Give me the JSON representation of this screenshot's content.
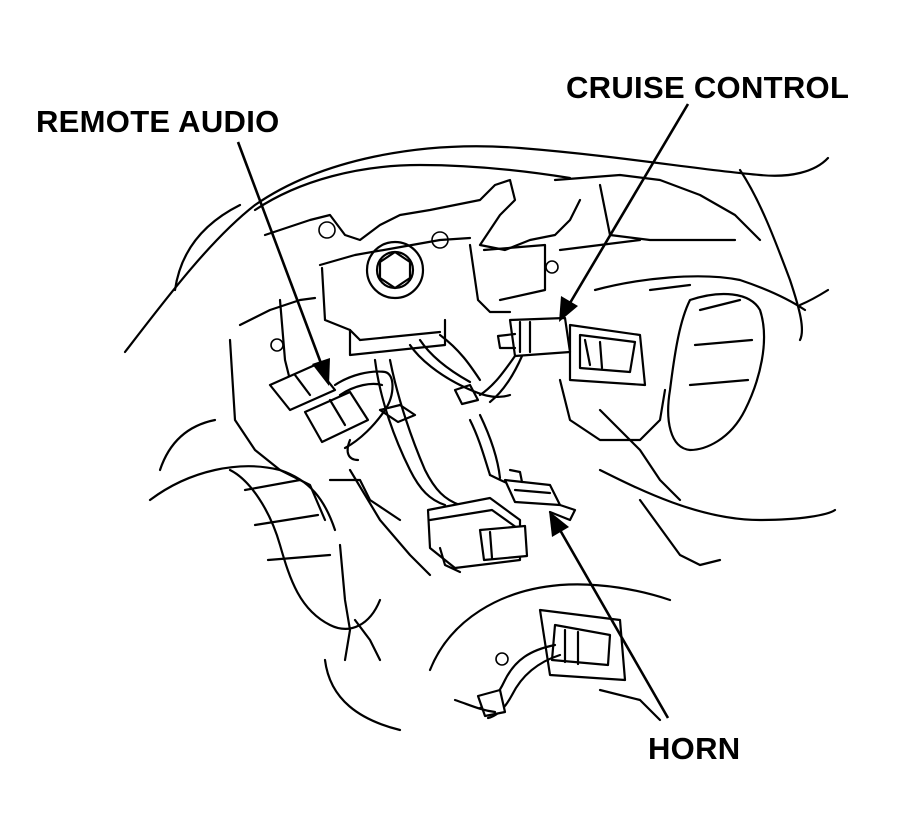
{
  "labels": {
    "remote_audio": "REMOTE AUDIO",
    "cruise_control": "CRUISE CONTROL",
    "horn": "HORN"
  },
  "colors": {
    "line": "#000000",
    "background": "#ffffff"
  }
}
